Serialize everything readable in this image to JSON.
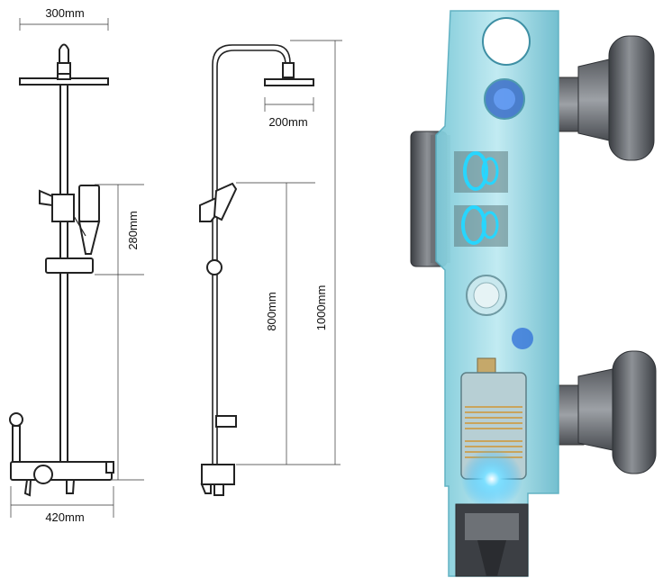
{
  "dimensions": {
    "headshower_width_front": "300mm",
    "overhead_diameter_side": "200mm",
    "handshower_range": "280mm",
    "handshower_height": "800mm",
    "total_height": "1000mm",
    "mixer_width": "420mm"
  },
  "colors": {
    "line": "#222222",
    "acrylic_cyan": "#6fd3e6",
    "glow_blue": "#1fb4ff",
    "metal_dark": "#4a4d52",
    "metal_light": "#8a8d92"
  }
}
